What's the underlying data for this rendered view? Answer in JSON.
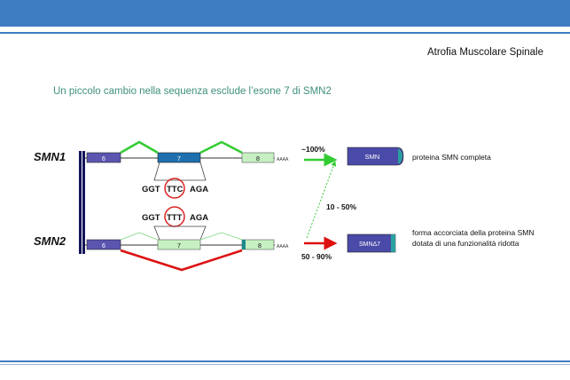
{
  "header": {
    "title": "Atrofia Muscolare Spinale"
  },
  "slide": {
    "subtitle": "Un piccolo cambio nella sequenza esclude l’esone 7 di SMN2"
  },
  "genes": {
    "smn1": {
      "label": "SMN1",
      "exons": [
        "6",
        "7",
        "8"
      ],
      "tail": "AAAA"
    },
    "smn2": {
      "label": "SMN2",
      "exons": [
        "6",
        "7",
        "8"
      ],
      "tail": "AAAA"
    }
  },
  "sequences": {
    "smn1": {
      "left": "GGT",
      "mid": "TTC",
      "right": "AGA"
    },
    "smn2": {
      "left": "GGT",
      "mid": "TTT",
      "right": "AGA"
    }
  },
  "percentages": {
    "full_smn1": "~100%",
    "smn2_full": "10 - 50%",
    "smn2_delta": "50 - 90%"
  },
  "proteins": {
    "full": {
      "label": "SMN",
      "description": "proteina SMN completa"
    },
    "delta": {
      "label": "SMNΔ7",
      "description": "forma accorciata della proteina SMN dotata di una funzionalità ridotta"
    }
  },
  "colors": {
    "bar": "#3f7dc2",
    "subtitle": "#3f8f7f",
    "exon_purple": "#5b55b0",
    "exon_green": "#c6f0c2",
    "exon_blue": "#1e6fae",
    "splice_green": "#33cc33",
    "splice_red": "#dd1111",
    "gene_bar": "#14145a",
    "circle": "#dd2222",
    "protein": "#4a4aa8",
    "protein_cap": "#2aa0a0"
  }
}
